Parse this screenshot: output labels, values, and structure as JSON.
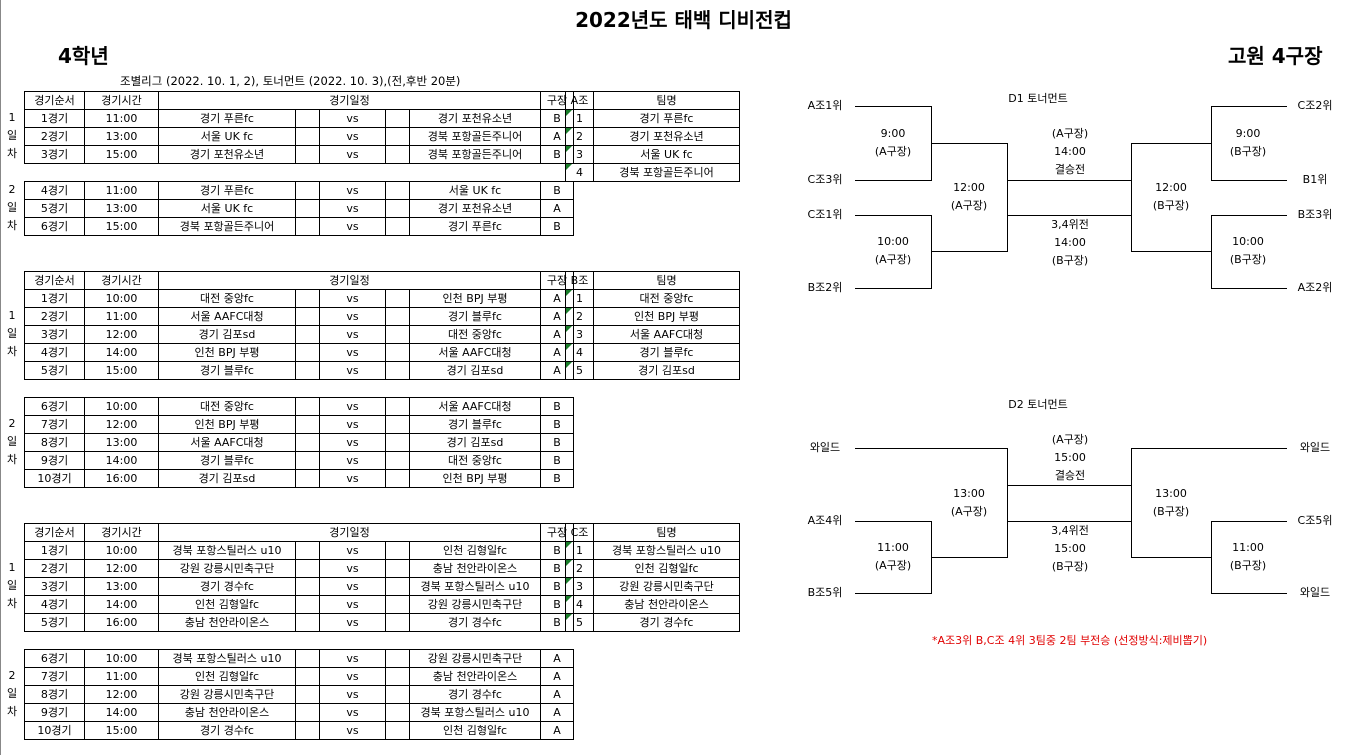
{
  "title": "2022년도 태백 디비전컵",
  "grade": "4학년",
  "venue": "고원 4구장",
  "note": "조별리그 (2022. 10. 1, 2), 토너먼트 (2022. 10. 3),(전,후반 20분)",
  "header": {
    "order": "경기순서",
    "time": "경기시간",
    "schedule": "경기일정",
    "field": "구장",
    "team": "팀명"
  },
  "day_labels": {
    "d1": [
      "1",
      "일",
      "차"
    ],
    "d2": [
      "2",
      "일",
      "차"
    ]
  },
  "vs": "vs",
  "groups": [
    {
      "label": "A조",
      "teams": [
        "경기 푸른fc",
        "경기 포천유소년",
        "서울 UK fc",
        "경북 포항골든주니어"
      ],
      "day1": [
        [
          "1경기",
          "11:00",
          "경기 푸른fc",
          "경기 포천유소년",
          "B"
        ],
        [
          "2경기",
          "13:00",
          "서울 UK fc",
          "경북 포항골든주니어",
          "A"
        ],
        [
          "3경기",
          "15:00",
          "경기 포천유소년",
          "경북 포항골든주니어",
          "B"
        ]
      ],
      "day2": [
        [
          "4경기",
          "11:00",
          "경기 푸른fc",
          "서울 UK fc",
          "B"
        ],
        [
          "5경기",
          "13:00",
          "서울 UK fc",
          "경기 포천유소년",
          "A"
        ],
        [
          "6경기",
          "15:00",
          "경북 포항골든주니어",
          "경기 푸른fc",
          "B"
        ]
      ]
    },
    {
      "label": "B조",
      "teams": [
        "대전 중앙fc",
        "인천 BPJ 부평",
        "서울 AAFC대청",
        "경기 블루fc",
        "경기 김포sd"
      ],
      "day1": [
        [
          "1경기",
          "10:00",
          "대전 중앙fc",
          "인천 BPJ 부평",
          "A"
        ],
        [
          "2경기",
          "11:00",
          "서울 AAFC대청",
          "경기 블루fc",
          "A"
        ],
        [
          "3경기",
          "12:00",
          "경기 김포sd",
          "대전 중앙fc",
          "A"
        ],
        [
          "4경기",
          "14:00",
          "인천 BPJ 부평",
          "서울 AAFC대청",
          "A"
        ],
        [
          "5경기",
          "15:00",
          "경기 블루fc",
          "경기 김포sd",
          "A"
        ]
      ],
      "day2": [
        [
          "6경기",
          "10:00",
          "대전 중앙fc",
          "서울 AAFC대청",
          "B"
        ],
        [
          "7경기",
          "12:00",
          "인천 BPJ 부평",
          "경기 블루fc",
          "B"
        ],
        [
          "8경기",
          "13:00",
          "서울 AAFC대청",
          "경기 김포sd",
          "B"
        ],
        [
          "9경기",
          "14:00",
          "경기 블루fc",
          "대전 중앙fc",
          "B"
        ],
        [
          "10경기",
          "16:00",
          "경기 김포sd",
          "인천 BPJ 부평",
          "B"
        ]
      ]
    },
    {
      "label": "C조",
      "teams": [
        "경북 포항스틸러스 u10",
        "인천 김형일fc",
        "강원 강릉시민축구단",
        "충남 천안라이온스",
        "경기 경수fc"
      ],
      "day1": [
        [
          "1경기",
          "10:00",
          "경북 포항스틸러스 u10",
          "인천 김형일fc",
          "B"
        ],
        [
          "2경기",
          "12:00",
          "강원 강릉시민축구단",
          "충남 천안라이온스",
          "B"
        ],
        [
          "3경기",
          "13:00",
          "경기 경수fc",
          "경북 포항스틸러스 u10",
          "B"
        ],
        [
          "4경기",
          "14:00",
          "인천 김형일fc",
          "강원 강릉시민축구단",
          "B"
        ],
        [
          "5경기",
          "16:00",
          "충남 천안라이온스",
          "경기 경수fc",
          "B"
        ]
      ],
      "day2": [
        [
          "6경기",
          "10:00",
          "경북 포항스틸러스 u10",
          "강원 강릉시민축구단",
          "A"
        ],
        [
          "7경기",
          "11:00",
          "인천 김형일fc",
          "충남 천안라이온스",
          "A"
        ],
        [
          "8경기",
          "12:00",
          "강원 강릉시민축구단",
          "경기 경수fc",
          "A"
        ],
        [
          "9경기",
          "14:00",
          "충남 천안라이온스",
          "경북 포항스틸러스 u10",
          "A"
        ],
        [
          "10경기",
          "15:00",
          "경기 경수fc",
          "인천 김형일fc",
          "A"
        ]
      ]
    }
  ],
  "d1": {
    "title": "D1 토너먼트",
    "left": [
      "A조1위",
      "C조3위",
      "C조1위",
      "B조2위"
    ],
    "right": [
      "C조2위",
      "B1위",
      "B조3위",
      "A조2위"
    ],
    "ql_top": [
      "9:00",
      "(A구장)"
    ],
    "ql_bot": [
      "10:00",
      "(A구장)"
    ],
    "sl": [
      "12:00",
      "(A구장)"
    ],
    "qr_top": [
      "9:00",
      "(B구장)"
    ],
    "qr_bot": [
      "10:00",
      "(B구장)"
    ],
    "sr": [
      "12:00",
      "(B구장)"
    ],
    "final": [
      "(A구장)",
      "14:00",
      "결승전"
    ],
    "third": [
      "3,4위전",
      "14:00",
      "(B구장)"
    ]
  },
  "d2": {
    "title": "D2 토너먼트",
    "left": [
      "와일드",
      "A조4위",
      "B조5위"
    ],
    "right": [
      "와일드",
      "C조5위",
      "와일드"
    ],
    "ql": [
      "11:00",
      "(A구장)"
    ],
    "sl": [
      "13:00",
      "(A구장)"
    ],
    "qr": [
      "11:00",
      "(B구장)"
    ],
    "sr": [
      "13:00",
      "(B구장)"
    ],
    "final": [
      "(A구장)",
      "15:00",
      "결승전"
    ],
    "third": [
      "3,4위전",
      "15:00",
      "(B구장)"
    ]
  },
  "footnote": "*A조3위 B,C조 4위 3팀중 2팀 부전승 (선정방식:제비뽑기)"
}
